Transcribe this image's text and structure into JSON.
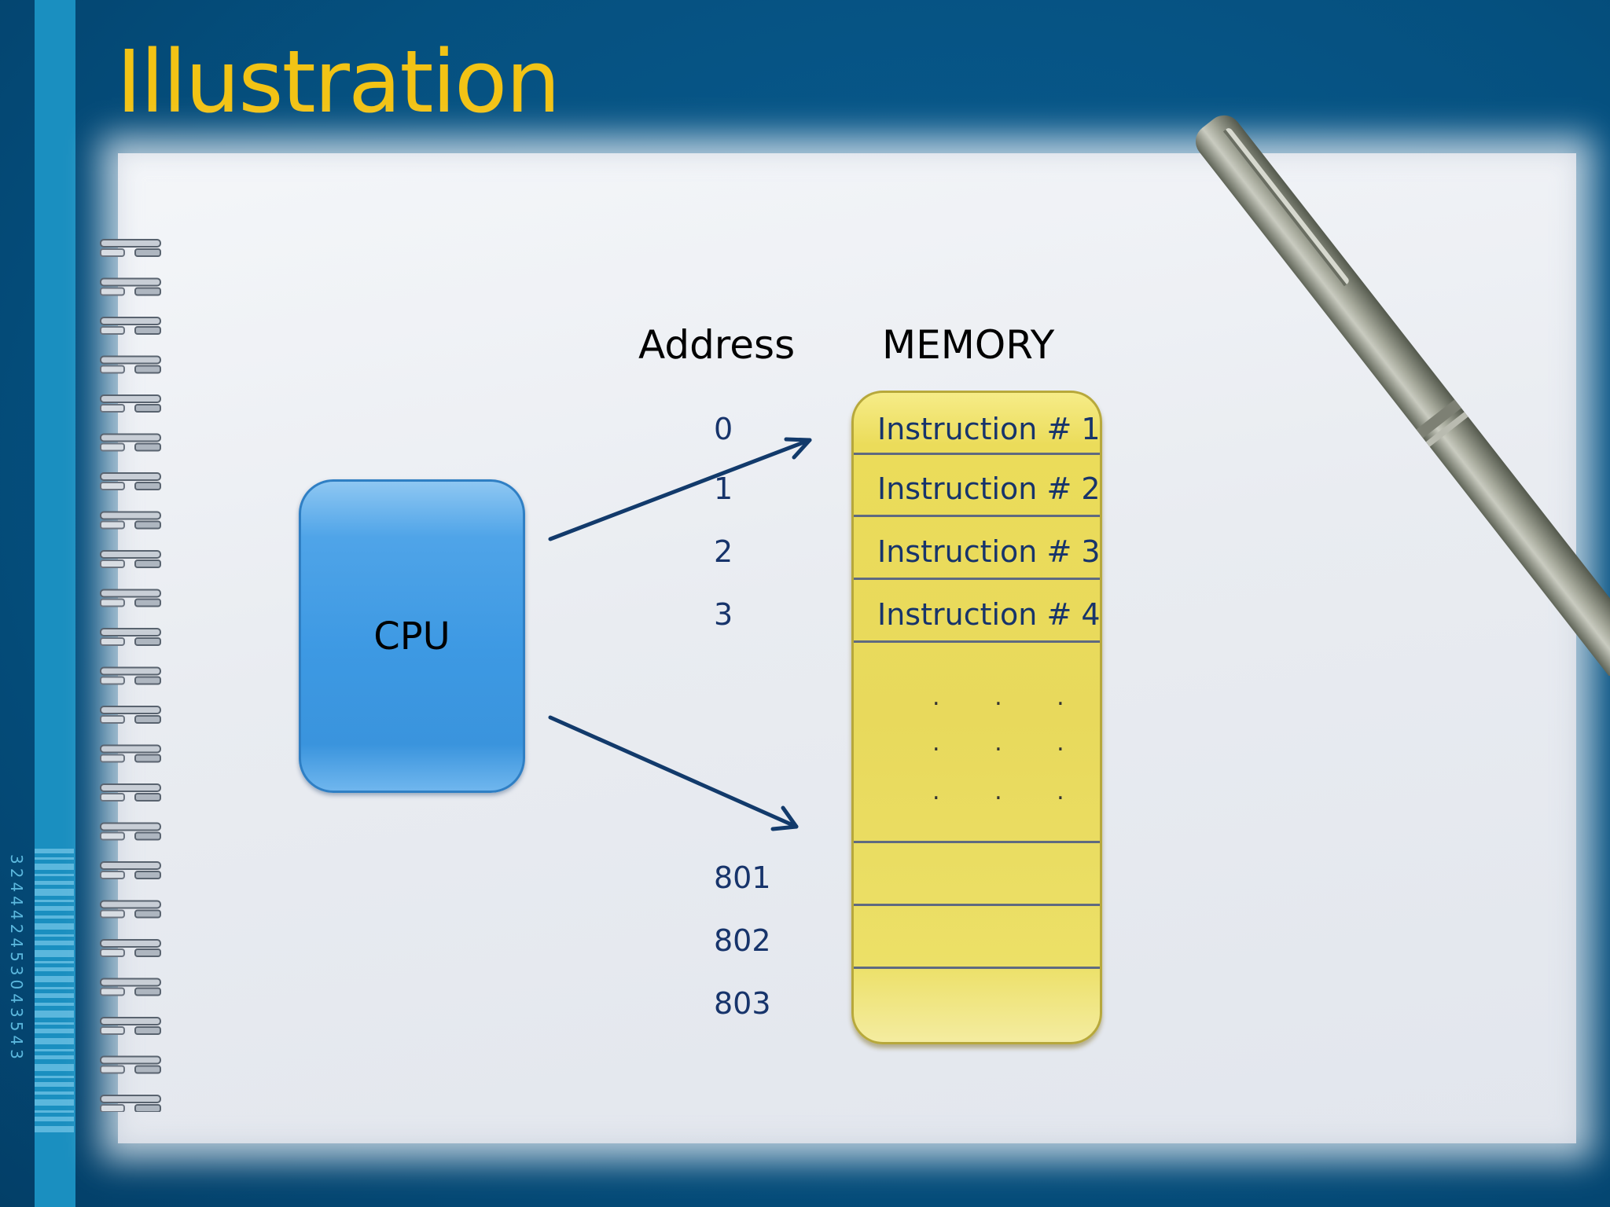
{
  "slide": {
    "title": "Illustration",
    "barcode_digits": "324442453043543"
  },
  "diagram": {
    "address_header": "Address",
    "memory_header": "MEMORY",
    "cpu_label": "CPU",
    "addresses": [
      "0",
      "1",
      "2",
      "3",
      "801",
      "802",
      "803"
    ],
    "instructions": [
      "Instruction # 1",
      "Instruction # 2",
      "Instruction # 3",
      "Instruction # 4"
    ],
    "ellipsis": ". . .",
    "colors": {
      "title": "#f2c315",
      "cpu": "#3d99e3",
      "memory": "#e8d95c",
      "arrow": "#123a6b",
      "address_text": "#17346b"
    }
  }
}
